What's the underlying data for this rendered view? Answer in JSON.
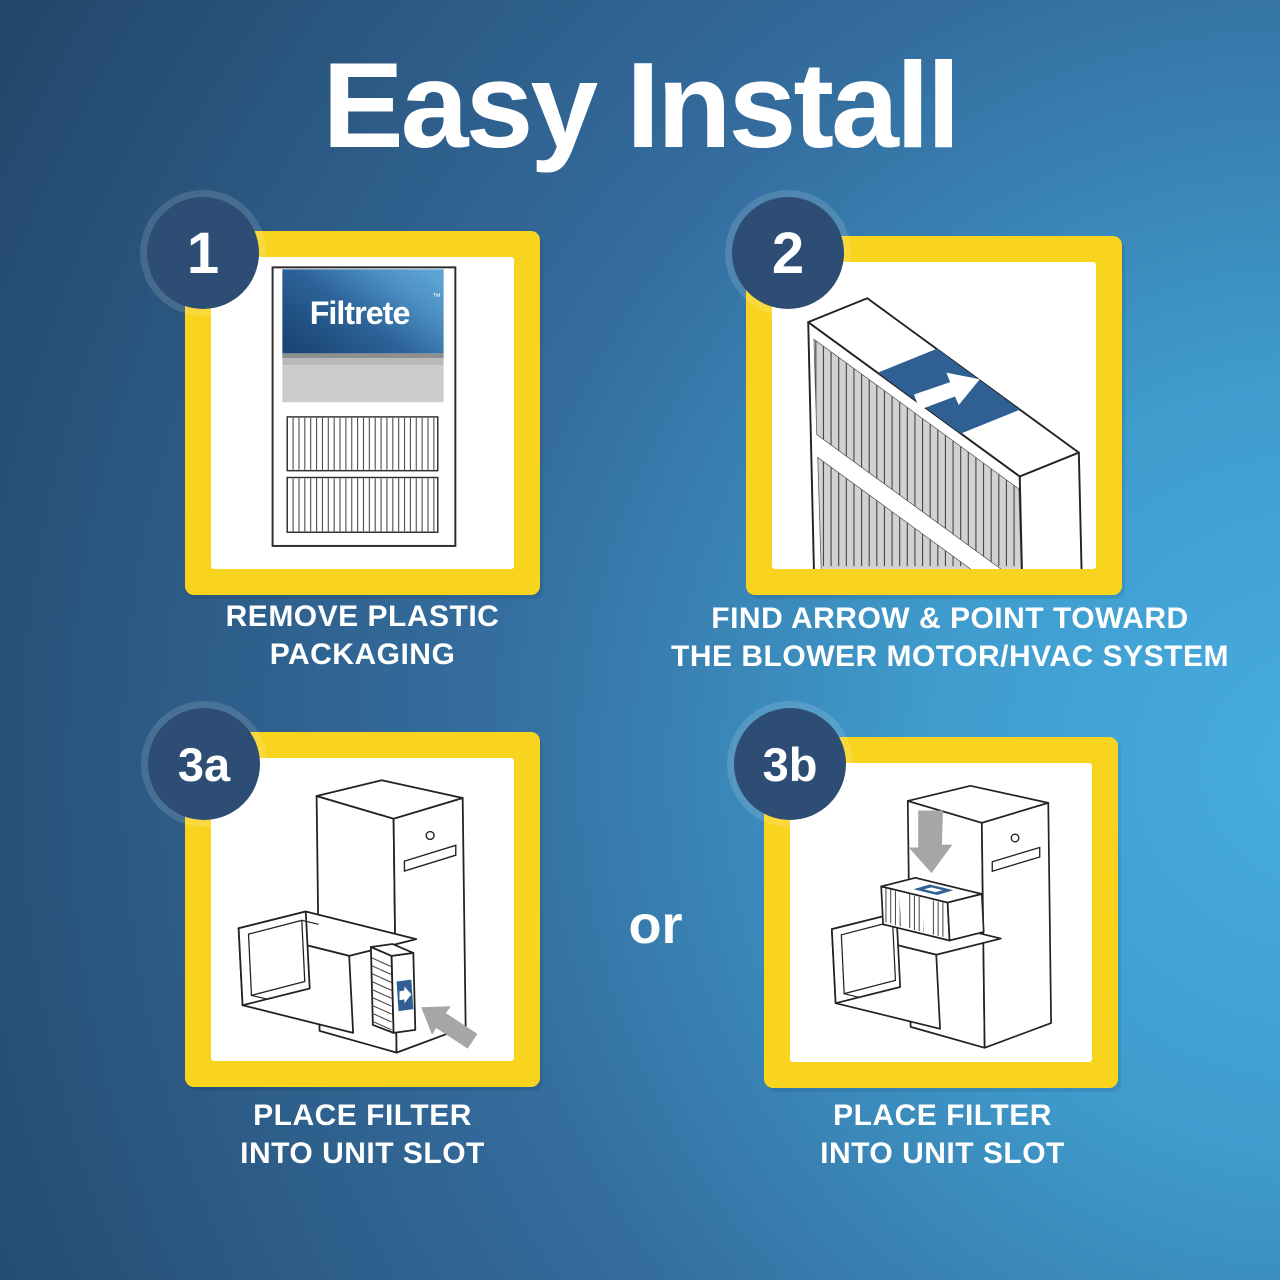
{
  "title": "Easy Install",
  "connector_label": "or",
  "package": {
    "logo": "Filtrete",
    "trademark": "™"
  },
  "steps": [
    {
      "badge": "1",
      "caption_line1": "REMOVE PLASTIC",
      "caption_line2": "PACKAGING",
      "illustration": "filtrete-filter-package"
    },
    {
      "badge": "2",
      "caption_line1": "FIND ARROW & POINT TOWARD",
      "caption_line2": "THE BLOWER MOTOR/HVAC SYSTEM",
      "illustration": "filter-with-airflow-arrow"
    },
    {
      "badge": "3a",
      "caption_line1": "PLACE FILTER",
      "caption_line2": "INTO UNIT SLOT",
      "illustration": "hvac-unit-side-filter-insert"
    },
    {
      "badge": "3b",
      "caption_line1": "PLACE FILTER",
      "caption_line2": "INTO UNIT SLOT",
      "illustration": "hvac-unit-top-filter-insert"
    }
  ],
  "colors": {
    "bg_dark": "#24476b",
    "bg_deep": "#346d9e",
    "bg_mid": "#3f9ccd",
    "bg_light": "#47ace1",
    "panel_yellow": "#f9d41f",
    "badge_navy": "#2d4d75",
    "label_blue": "#2f5f93",
    "arrow_gray": "#a6a6a6",
    "line_dark": "#222222",
    "text_white": "#ffffff"
  }
}
